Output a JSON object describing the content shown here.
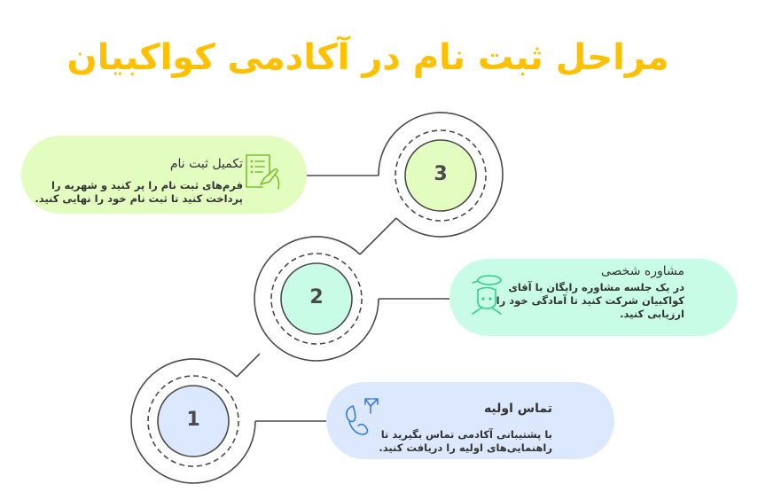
{
  "title": "مراحل ثبت نام در آکادمی کواکبیان",
  "colors": {
    "title": "#ffc000",
    "line": "#4a4a4a",
    "step1_fill": "#dce8fd",
    "step1_icon": "#3b7ddd",
    "step2_fill": "#c8fce6",
    "step2_icon": "#2fcf86",
    "step3_fill": "#e3fcc0",
    "step3_icon": "#7cbf2f"
  },
  "steps": [
    {
      "number": "1",
      "heading": "تماس اولیه",
      "description": "با پشتیبانی آکادمی تماس بگیرید تا راهنمایی‌های اولیه را دریافت کنید.",
      "icon": "phone-call-icon"
    },
    {
      "number": "2",
      "heading": "مشاوره شخصی",
      "description": "در یک جلسه مشاوره رایگان با آقای کواکبیان شرکت کنید تا آمادگی خود را ارزیابی کنید.",
      "icon": "advisor-person-icon"
    },
    {
      "number": "3",
      "heading": "تکمیل ثبت نام",
      "description": "فرم‌های ثبت نام را پر کنید و شهریه را پرداخت کنید تا ثبت نام خود را نهایی کنید.",
      "icon": "form-signing-icon"
    }
  ]
}
